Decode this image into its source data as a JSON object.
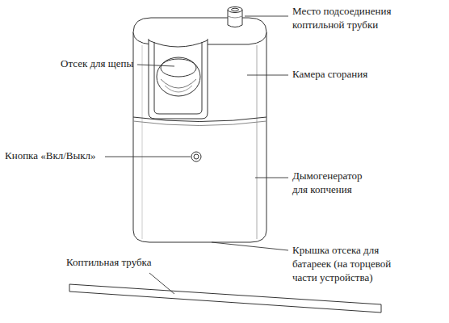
{
  "diagram": {
    "labels": [
      "Место подсоединения коптильной трубки",
      "Отсек для щепы",
      "Камера сгорания",
      "Кнопка «Вкл/Выкл»",
      "Дымогенератор для копчения",
      "Крышка отсека для батареек (на торцевой части устройства)",
      "Коптильная трубка"
    ]
  }
}
